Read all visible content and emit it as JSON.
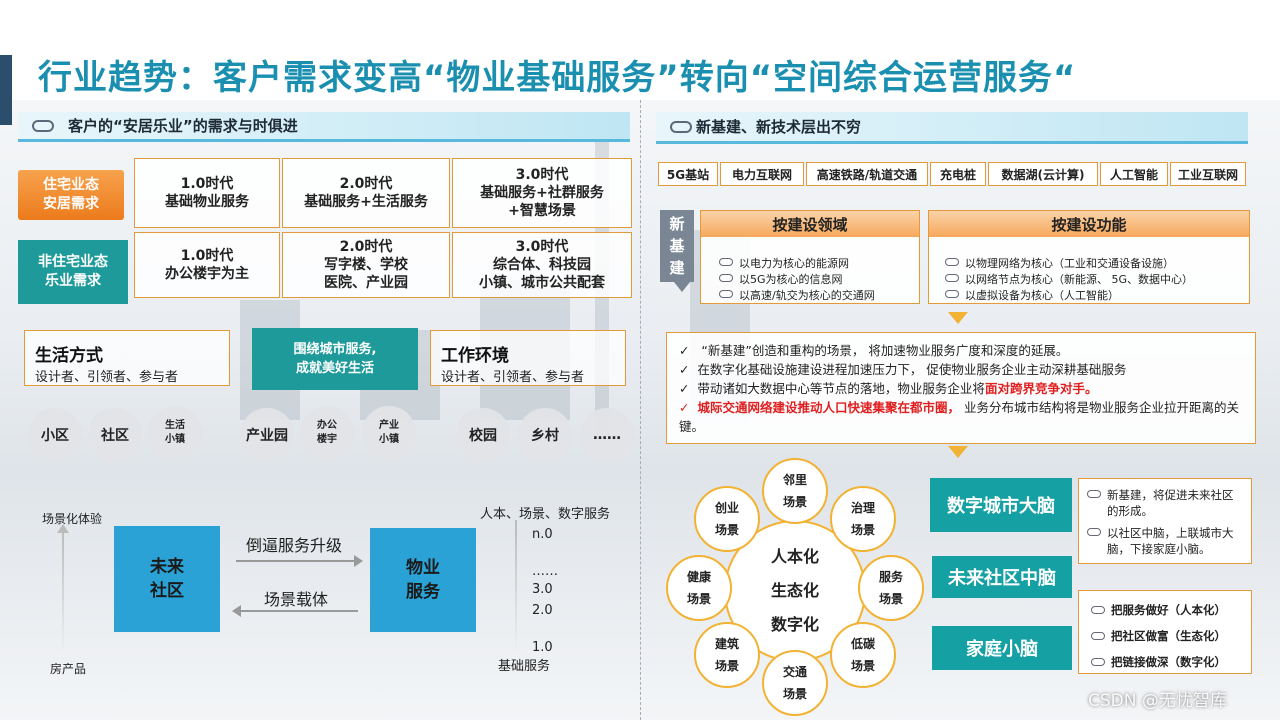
{
  "title": "行业趋势：客户需求变高“物业基础服务”转向“空间综合运营服务“",
  "left": {
    "section_title": "客户的“安居乐业”的需求与时俱进",
    "row1_tag": "住宅业态\n安居需求",
    "row2_tag": "非住宅业态\n乐业需求",
    "row1": [
      "1.0时代\n基础物业服务",
      "2.0时代\n基础服务+生活服务",
      "3.0时代\n基础服务+社群服务\n+智慧场景"
    ],
    "row2": [
      "1.0时代\n办公楼宇为主",
      "2.0时代\n写字楼、学校\n医院、产业园",
      "3.0时代\n综合体、科技园\n小镇、城市公共配套"
    ],
    "life_title": "生活方式",
    "life_sub": "设计者、引领者、参与者",
    "center_box": "围绕城市服务,\n成就美好生活",
    "work_title": "工作环境",
    "work_sub": "设计者、引领者、参与者",
    "circles": [
      "小区",
      "社区",
      "生活\n小镇",
      "产业园",
      "办公\n楼宇",
      "产业\n小镇",
      "校园",
      "乡村",
      "……"
    ],
    "axis_top": "场景化体验",
    "axis_bottom": "房产品",
    "future_box": "未来\n社区",
    "service_box": "物业\n服务",
    "arrow_right_label": "倒逼服务升级",
    "arrow_left_label": "场景载体",
    "right_axis_top": "人本、场景、数字服务",
    "right_axis_levels": [
      "n.0",
      "……",
      "3.0",
      "2.0",
      "1.0"
    ],
    "right_axis_bottom": "基础服务"
  },
  "right": {
    "section_title": "新基建、新技术层出不穷",
    "techs": [
      "5G基站",
      "电力互联网",
      "高速铁路/轨道交通",
      "充电桩",
      "数据湖(云计算)",
      "人工智能",
      "工业互联网"
    ],
    "new_infra_label": "新\n基\n建",
    "domain_head": "按建设领域",
    "domain_items": [
      "以电力为核心的能源网",
      "以5G为核心的信息网",
      "以高速/轨交为核心的交通网"
    ],
    "function_head": "按建设功能",
    "function_items": [
      "以物理网络为核心（工业和交通设备设施）",
      "以网络节点为核心（新能源、  5G、数据中心）",
      "以虚拟设备为核心（人工智能）"
    ],
    "bullets": [
      "“新基建”创造和重构的场景， 将加速物业服务广度和深度的延展。",
      "在数字化基础设施建设进程加速压力下， 促使物业服务企业主动深耕基础服务",
      "带动诸如大数据中心等节点的落地，物业服务企业将",
      "城际交通网络建设推动人口快速集聚在都市圈，",
      "业务分布城市结构将是物业服务企业拉开距离的关键。"
    ],
    "bullet3_highlight": "面对跨界竞争对手。",
    "flower_center": "人本化\n生态化\n数字化",
    "petals": [
      "邻里\n场景",
      "治理\n场景",
      "服务\n场景",
      "低碳\n场景",
      "交通\n场景",
      "建筑\n场景",
      "健康\n场景",
      "创业\n场景"
    ],
    "brain_city": "数字城市大脑",
    "brain_community": "未来社区中脑",
    "brain_home": "家庭小脑",
    "brain_notes": [
      "新基建，将促进未来社区的形成。",
      "以社区中脑，上联城市大脑，下接家庭小脑。"
    ],
    "brain_goals": [
      "把服务做好（人本化）",
      "把社区做富（生态化）",
      "把链接做深（数字化）"
    ]
  },
  "watermark": "CSDN @无忧智库",
  "colors": {
    "title": "#1a8fb0",
    "accent_orange": "#e59a3a",
    "teal": "#15a0a4",
    "blue": "#2aa2d6",
    "red": "#e02020"
  }
}
